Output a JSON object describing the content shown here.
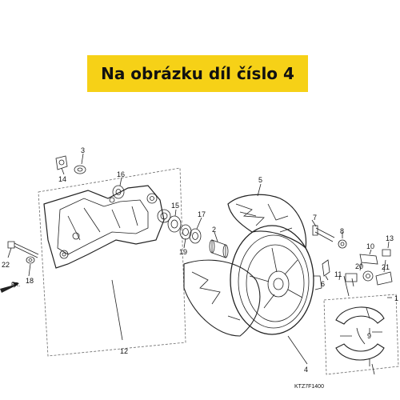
{
  "banner": {
    "text": "Na obrázku díl číslo 4",
    "color": "#f6d117"
  },
  "diagram_code": "KTZ7F1400",
  "front_marker": "FR.",
  "part_labels": {
    "p1": "1",
    "p2": "2",
    "p3": "3",
    "p4": "4",
    "p5": "5",
    "p6": "6",
    "p7": "7",
    "p8": "8",
    "p9": "9",
    "p10": "10",
    "p11": "11",
    "p12": "12",
    "p13": "13",
    "p14": "14",
    "p15": "15",
    "p16": "16",
    "p17": "17",
    "p18": "18",
    "p19": "19",
    "p20": "20",
    "p21": "21",
    "p22": "22"
  }
}
